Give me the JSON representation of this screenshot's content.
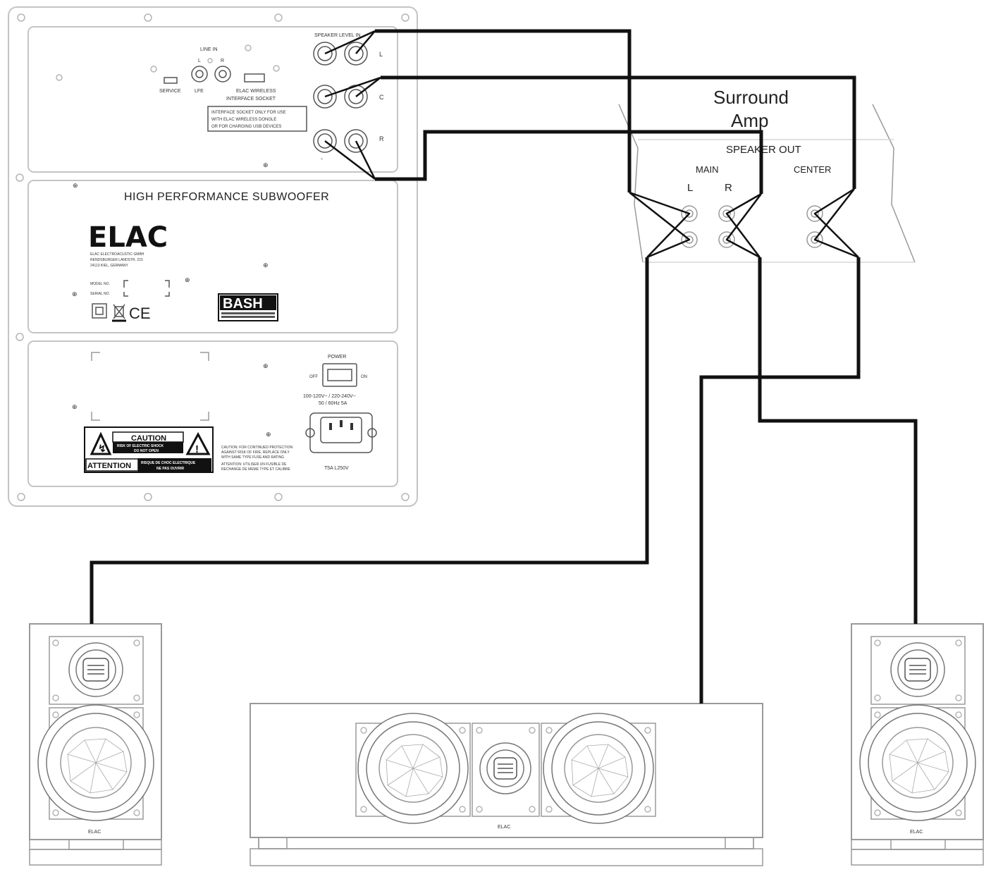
{
  "subwoofer": {
    "speaker_level_label": "SPEAKER LEVEL IN",
    "ch_l": "L",
    "ch_c": "C",
    "ch_r": "R",
    "line_in_label": "LINE IN",
    "line_in_l": "L",
    "line_in_r": "R",
    "service_label": "SERVICE",
    "lfe_label": "LFE",
    "wireless_label_1": "ELAC WIRELESS",
    "wireless_label_2": "INTERFACE SOCKET",
    "wireless_note_1": "INTERFACE SOCKET ONLY FOR USE",
    "wireless_note_2": "WITH ELAC WIRELESS DONGLE",
    "wireless_note_3": "OR FOR CHARGING USB DEVICES",
    "title": "HIGH PERFORMANCE SUBWOOFER",
    "brand": "ELAC",
    "address_1": "ELAC ELECTROACUSTIC GMBH",
    "address_2": "RENDSBURGER LANDSTR. 215",
    "address_3": "24113 KIEL, GERMANY",
    "model_no": "MODEL NO.",
    "serial_no": "SERIAL NO.",
    "ce_mark": "CE",
    "bash_logo": "BASH",
    "power_label": "POWER",
    "off_label": "OFF",
    "on_label": "ON",
    "voltage_1": "100-120V~ / 220-240V~",
    "voltage_2": "50 / 60Hz 5A",
    "fuse_label": "T5A L250V",
    "caution_label": "CAUTION",
    "caution_sub_1": "RISK OF ELECTRIC SHOCK",
    "caution_sub_2": "DO NOT OPEN",
    "attention_label": "ATTENTION",
    "attention_sub_1": "RISQUE DE CHOC ELECTRIQUE",
    "attention_sub_2": "NE PAS OUVRIR",
    "fuse_note_1": "CAUTION: FOR CONTINUED PROTECTION",
    "fuse_note_2": "AGAINST RISK OF FIRE, REPLACE ONLY",
    "fuse_note_3": "WITH SAME TYPE FUSE AND RATING",
    "fuse_note_4": "ATTENTION: UTILISER UN FUSIBLE DE",
    "fuse_note_5": "RECHANGE DE MEME TYPE ET CALIBRE"
  },
  "amp": {
    "title_1": "Surround",
    "title_2": "Amp",
    "speaker_out": "SPEAKER OUT",
    "main": "MAIN",
    "center": "CENTER",
    "l": "L",
    "r": "R"
  },
  "speakers": {
    "left_badge": "ELAC",
    "center_badge": "ELAC",
    "right_badge": "ELAC"
  },
  "colors": {
    "cable": "#111111",
    "outline": "#c4c4c4"
  }
}
